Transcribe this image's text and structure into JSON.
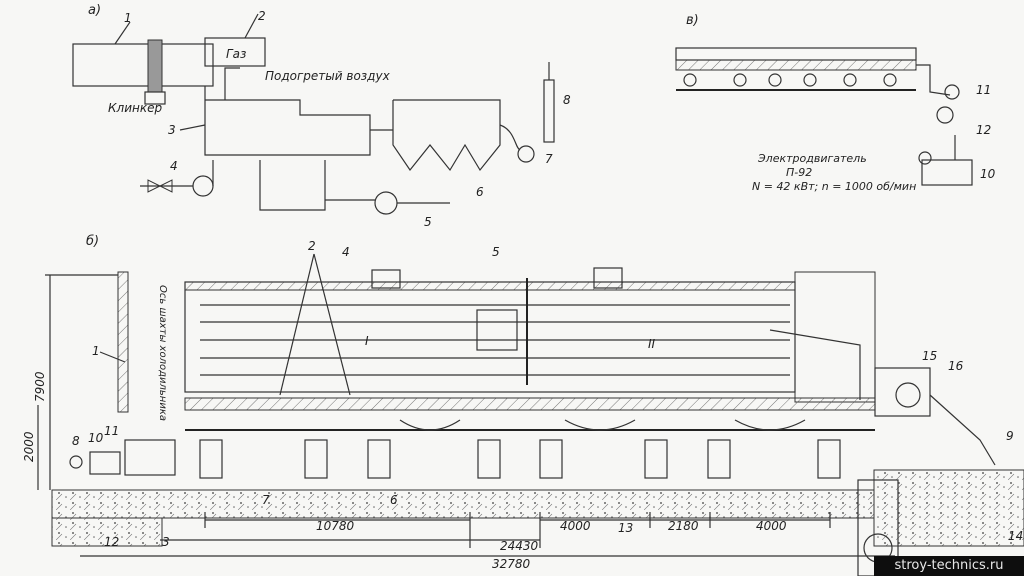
{
  "panels": {
    "a": "а)",
    "b": "б)",
    "v": "в)"
  },
  "scheme_a": {
    "gas": "Газ",
    "heated_air": "Подогретый воздух",
    "clinker": "Клинкер",
    "callouts": [
      "1",
      "2",
      "3",
      "4",
      "5",
      "6",
      "7",
      "8"
    ]
  },
  "scheme_v": {
    "motor_title": "Электродвигатель",
    "motor_model": "П-92",
    "motor_specs": "N = 42 кВт;  n = 1000 об/мин",
    "callouts": [
      "11",
      "12",
      "10"
    ]
  },
  "drawing_b": {
    "section_I": "I",
    "section_II": "II",
    "shaft_axis_label": "Ось шахты холодильника",
    "height_7900": "7900",
    "height_2000": "2000",
    "callouts_top": [
      "2",
      "4",
      "5"
    ],
    "callouts_left": [
      "1",
      "8",
      "10",
      "11"
    ],
    "callouts_right": [
      "15",
      "16",
      "9",
      "14"
    ],
    "callouts_bottom": [
      "12",
      "3",
      "7",
      "6",
      "13"
    ],
    "dims": {
      "d10780": "10780",
      "d24430": "24430",
      "d4000a": "4000",
      "d2180": "2180",
      "d4000b": "4000",
      "d32780": "32780"
    }
  },
  "watermark": "stroy-technics.ru"
}
